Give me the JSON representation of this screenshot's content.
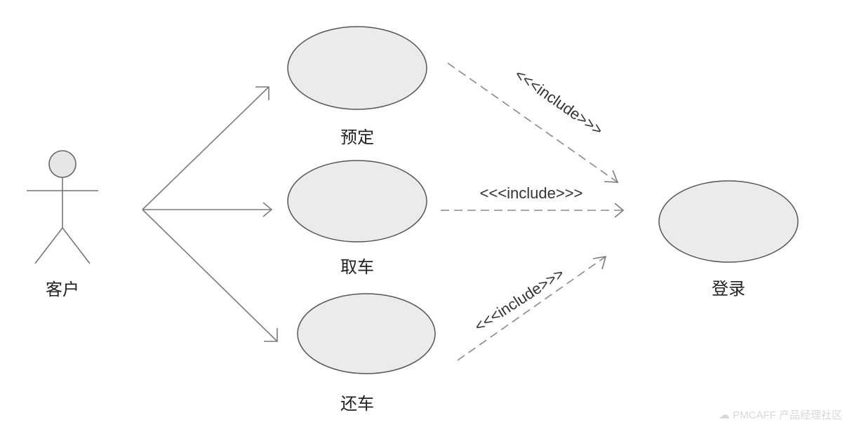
{
  "actor": {
    "label": "客户"
  },
  "use_cases": [
    {
      "id": "reserve",
      "label": "预定"
    },
    {
      "id": "pickup",
      "label": "取车"
    },
    {
      "id": "return",
      "label": "还车"
    },
    {
      "id": "login",
      "label": "登录"
    }
  ],
  "relations": {
    "include_label": "<<<include>>>"
  },
  "watermark": {
    "text": "PMCAFF 产品经理社区",
    "icon": "pmcaff-logo-icon"
  },
  "colors": {
    "ellipse_fill": "#ebebeb",
    "ellipse_stroke": "#555555",
    "line": "#7a7a7a"
  }
}
